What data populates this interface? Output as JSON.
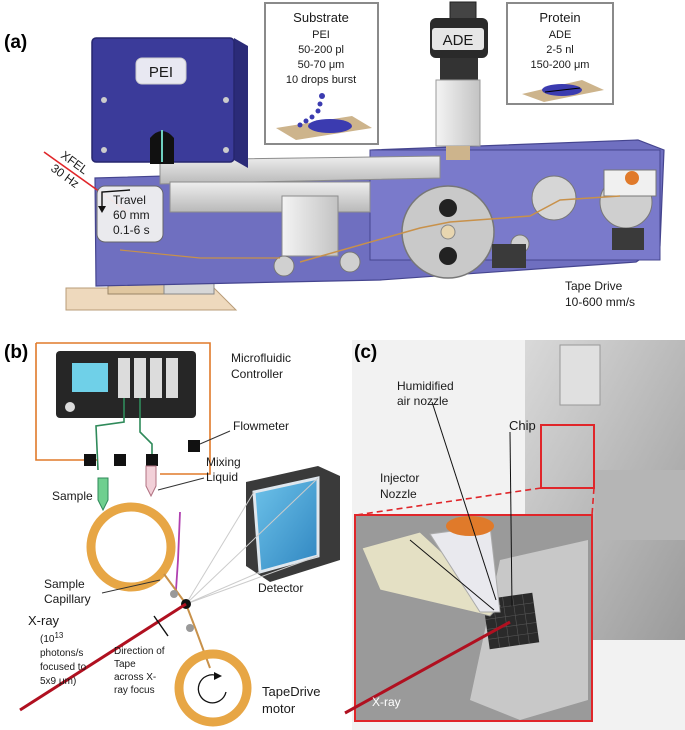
{
  "panel_a": {
    "label": "(a)",
    "pei_box_label": "PEI",
    "ade_label": "ADE",
    "xfel_label": "XFEL",
    "xfel_rate": "30 Hz",
    "travel": {
      "line1": "Travel",
      "line2": "60 mm",
      "line3": "0.1-6 s"
    },
    "substrate_box": {
      "title": "Substrate",
      "line1": "PEI",
      "line2": "50-200 pl",
      "line3": "50-70 μm",
      "line4": "10 drops burst"
    },
    "protein_box": {
      "title": "Protein",
      "line1": "ADE",
      "line2": "2-5 nl",
      "line3": "150-200 μm"
    },
    "tape_drive": {
      "title": "Tape Drive",
      "speed": "10-600 mm/s"
    }
  },
  "panel_b": {
    "label": "(b)",
    "microfluidic_controller": {
      "line1": "Microfluidic",
      "line2": "Controller"
    },
    "flowmeter": "Flowmeter",
    "mixing_liquid": {
      "line1": "Mixing",
      "line2": "Liquid"
    },
    "sample": "Sample",
    "sample_capillary": {
      "line1": "Sample",
      "line2": "Capillary"
    },
    "detector": "Detector",
    "xray": {
      "title": "X-ray",
      "line1_base": "(10",
      "line1_exp": "13",
      "line2": "photons/s",
      "line3": "focused to",
      "line4": "5x9 μm)"
    },
    "tape_direction": {
      "line1": "Direction of",
      "line2": "Tape",
      "line3": "across X-",
      "line4": "ray focus"
    },
    "tapedrive_motor": {
      "line1": "TapeDrive",
      "line2": "motor"
    }
  },
  "panel_c": {
    "label": "(c)",
    "humidified_nozzle": {
      "line1": "Humidified",
      "line2": "air nozzle"
    },
    "chip": "Chip",
    "injector_nozzle": {
      "line1": "Injector",
      "line2": "Nozzle"
    },
    "xray": "X-ray"
  },
  "colors": {
    "plate": "#6f6fc0",
    "plate_dark": "#4f4fa0",
    "pei_box": "#3b3b9a",
    "tape_brown": "#c8914a",
    "tubing": "#e07a2a",
    "xray_red": "#b01020",
    "zoom_red": "#e0262a"
  }
}
